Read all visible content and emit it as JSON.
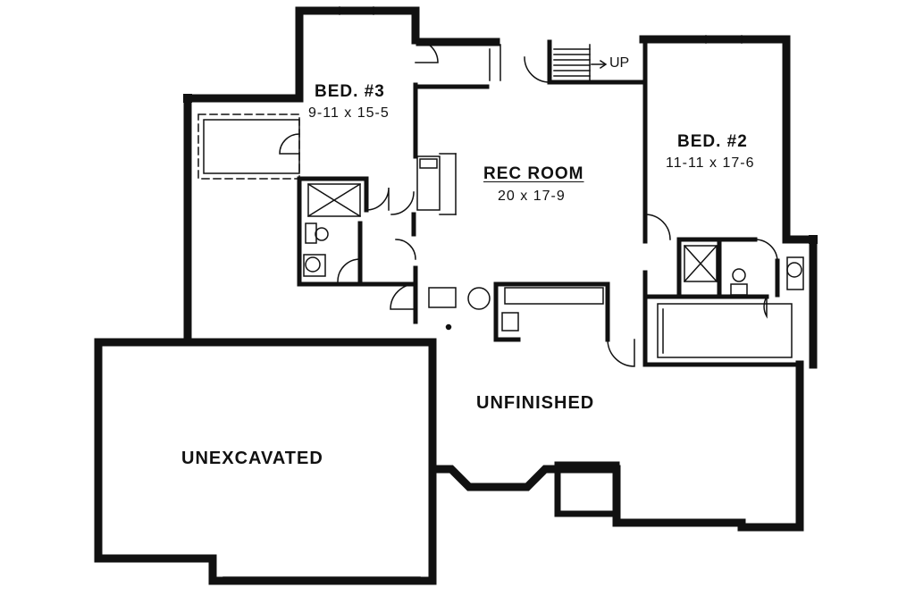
{
  "rooms": {
    "bed3": {
      "name": "BED. #3",
      "size": "9-11 x 15-5"
    },
    "bed2": {
      "name": "BED. #2",
      "size": "11-11 x 17-6"
    },
    "rec": {
      "name": "REC ROOM",
      "size": "20 x 17-9"
    }
  },
  "areas": {
    "unfinished": "UNFINISHED",
    "unexcavated": "UNEXCAVATED"
  },
  "stairs": {
    "label": "UP"
  },
  "colors": {
    "wall": "#111111",
    "background": "#ffffff"
  }
}
